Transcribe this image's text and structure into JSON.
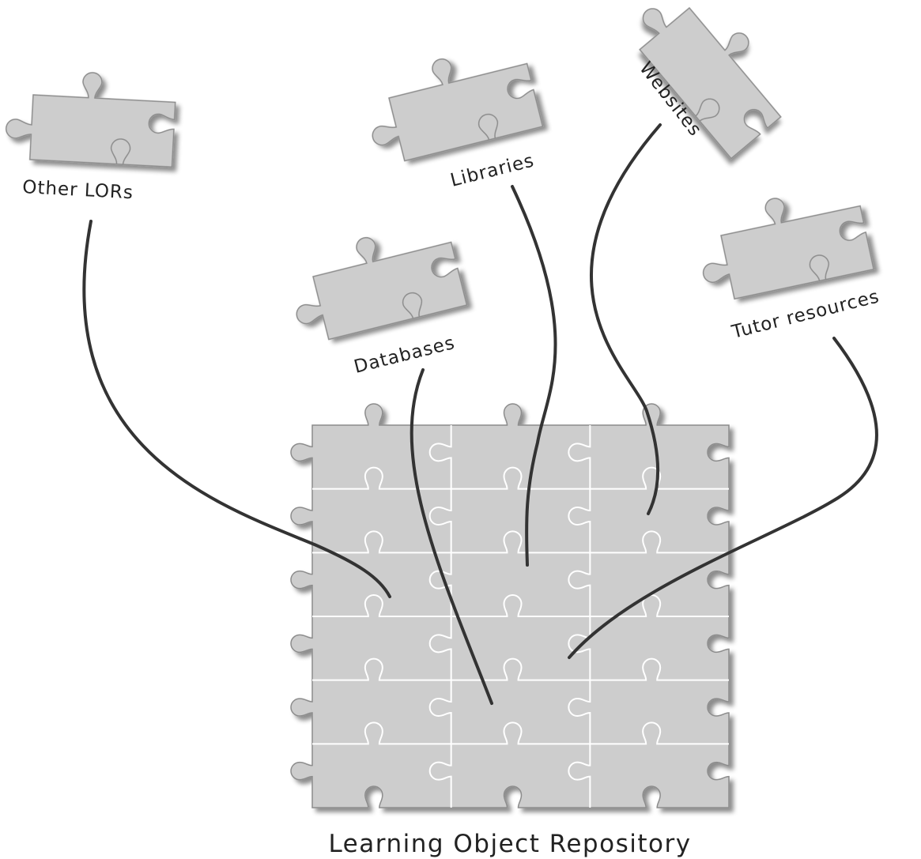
{
  "diagram": {
    "title": "Learning Object Repository",
    "sources": [
      {
        "id": "other-lors",
        "label": "Other LORs"
      },
      {
        "id": "libraries",
        "label": "Libraries"
      },
      {
        "id": "websites",
        "label": "Websites"
      },
      {
        "id": "databases",
        "label": "Databases"
      },
      {
        "id": "tutor-resources",
        "label": "Tutor resources"
      }
    ],
    "repository": {
      "rows": 6,
      "columns": 3
    },
    "colors": {
      "piece_fill": "#cdcdcd",
      "piece_stroke": "#8c8c8c",
      "seam": "#ffffff",
      "connector": "#333333",
      "text": "#222222"
    }
  }
}
